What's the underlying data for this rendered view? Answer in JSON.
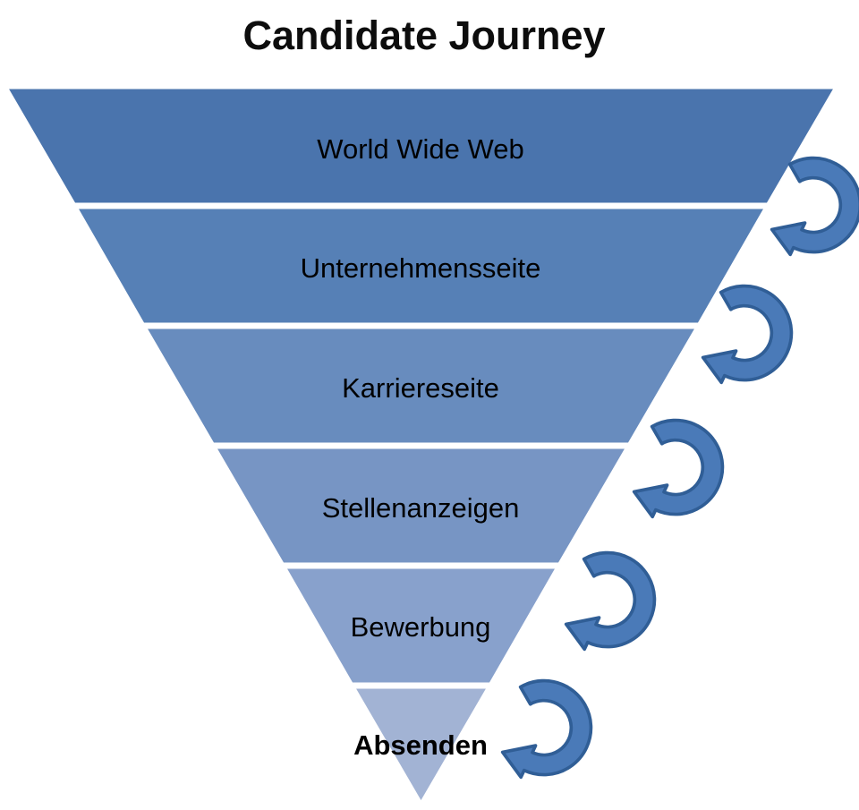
{
  "title": "Candidate Journey",
  "funnel": {
    "stages": [
      {
        "label": "World Wide Web",
        "color": "#4a74ad"
      },
      {
        "label": "Unternehmensseite",
        "color": "#5680b6"
      },
      {
        "label": "Karriereseite",
        "color": "#688cbe"
      },
      {
        "label": "Stellenanzeigen",
        "color": "#7795c4"
      },
      {
        "label": "Bewerbung",
        "color": "#88a1cc"
      },
      {
        "label": "Absenden",
        "color": "#a2b3d4"
      }
    ],
    "separator_color": "#ffffff",
    "label_color": "#000000"
  },
  "arrows": {
    "name": "cycle-arrow",
    "count": 5,
    "fill": "#4a7ab8",
    "stroke": "#305e96"
  }
}
